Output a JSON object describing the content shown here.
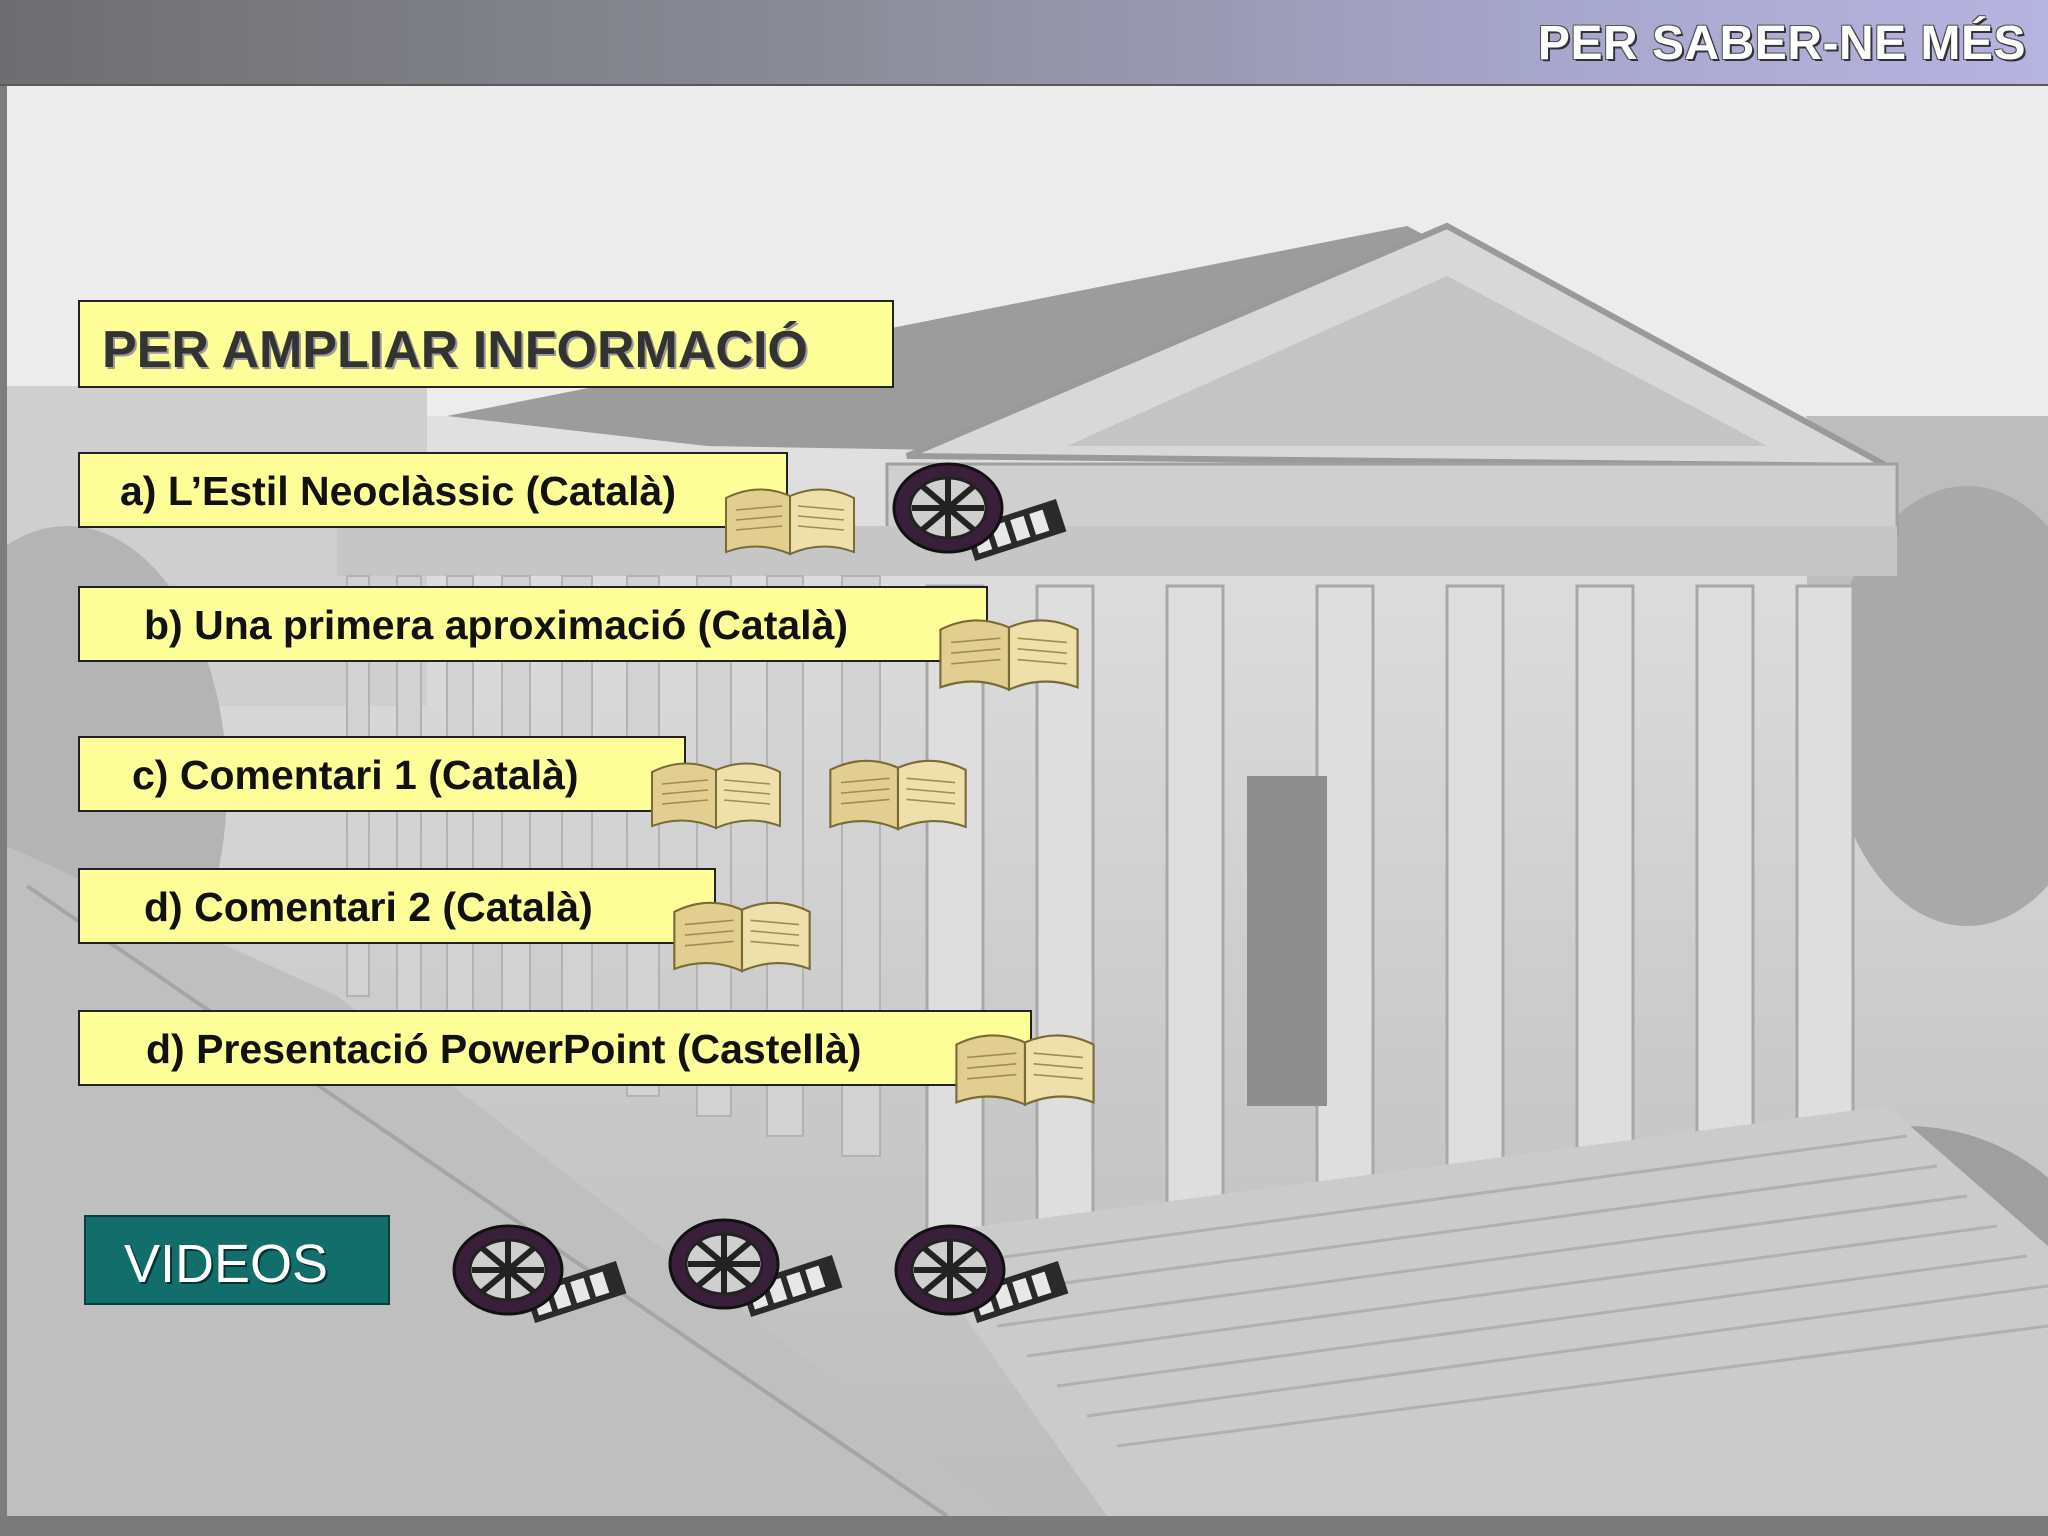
{
  "header": {
    "title": "PER SABER-NE MÉS"
  },
  "heading": {
    "text": "PER AMPLIAR INFORMACIÓ"
  },
  "links": [
    {
      "label": "a) L’Estil Neoclàssic  (Català)"
    },
    {
      "label": "b) Una primera aproximació (Català)"
    },
    {
      "label": "c) Comentari 1 (Català)"
    },
    {
      "label": "d) Comentari 2 (Català)"
    },
    {
      "label": "d) Presentació PowerPoint  (Castellà)"
    }
  ],
  "videos": {
    "label": "VIDEOS"
  },
  "icons": {
    "book": "open-book-icon",
    "film": "film-reel-icon"
  },
  "colors": {
    "link_bg": "#ffff99",
    "videos_bg": "#126e6a",
    "header_gradient_end": "#b6b4e0"
  }
}
